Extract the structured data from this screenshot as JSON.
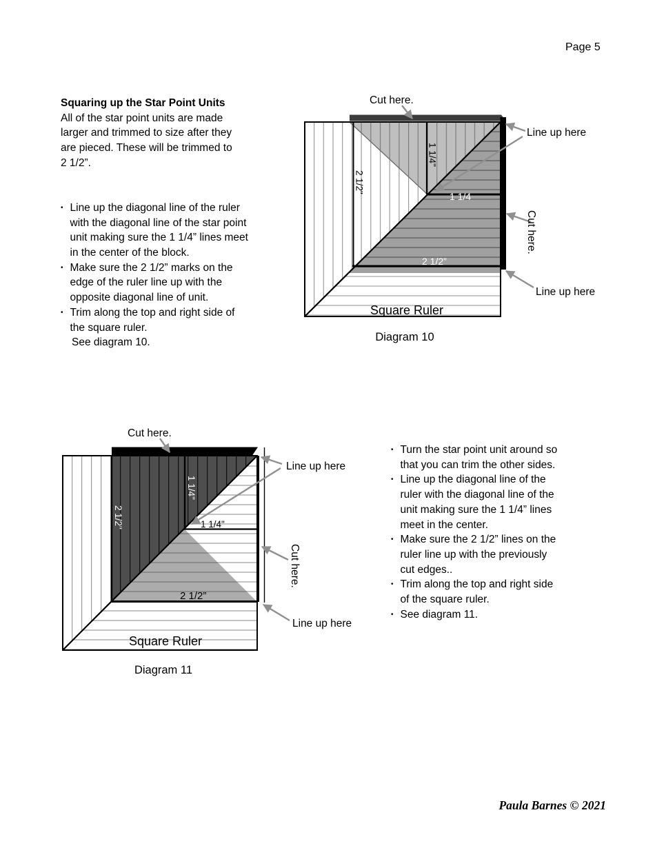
{
  "page": {
    "header": "Page 5",
    "footer": "Paula Barnes © 2021"
  },
  "colors": {
    "unit_light_gray": "#bfbfbf",
    "unit_mid_gray": "#a0a0a0",
    "unit_dark_gray": "#4e4e4e",
    "trim_strip_dark": "#3c3c3c",
    "trim_strip_black": "#000000",
    "arrow_gray": "#909090",
    "hatch_gray": "#9b9b9b"
  },
  "left_block": {
    "heading": "Squaring up the Star Point Units",
    "intro_lines": [
      "All of the star point units are made",
      "larger and trimmed to size after they",
      "are pieced. These will be trimmed to",
      "2 1/2”."
    ],
    "bullet1_lines": [
      "Line up the diagonal line of the ruler",
      "with the diagonal line of the star point",
      "unit making sure the 1 1/4” lines meet",
      "in the center of the block."
    ],
    "bullet2_lines": [
      "Make sure the 2 1/2” marks on the",
      "edge of the ruler line up with the",
      "opposite diagonal line of unit."
    ],
    "bullet3_lines": [
      "Trim along the top and right side of",
      "the square ruler."
    ],
    "note": "See diagram 10."
  },
  "right_block": {
    "bullet1_lines": [
      "Turn the star point unit around so",
      "that you can trim the other sides."
    ],
    "bullet2_lines": [
      "Line up the diagonal line of the",
      "ruler with the diagonal line of the",
      "unit making sure the 1 1/4” lines",
      "meet in the center."
    ],
    "bullet3_lines": [
      "Make sure the 2 1/2” lines on the",
      "ruler line up with the previously",
      "cut edges.."
    ],
    "bullet4_lines": [
      "Trim along the top and right side",
      "of the square ruler."
    ],
    "bullet5_lines": [
      "See diagram 11."
    ]
  },
  "diagram10": {
    "caption": "Diagram 10",
    "square_ruler_label": "Square Ruler",
    "cut_here_top": "Cut here.",
    "line_up_here_top": "Line up here",
    "cut_here_right": "Cut here.",
    "line_up_here_bottom": "Line up here",
    "ruler_v_25": "2 1/2\"",
    "ruler_v_125": "1 1/4\"",
    "ruler_h_125": "1 1/4",
    "ruler_h_25": "2 1/2”"
  },
  "diagram11": {
    "caption": "Diagram 11",
    "square_ruler_label": "Square Ruler",
    "cut_here_top": "Cut here.",
    "line_up_here_top": "Line up here",
    "cut_here_right": "Cut here.",
    "line_up_here_bottom": "Line up here",
    "unit_v_25": "2 1/2\"",
    "unit_v_125": "1 1/4\"",
    "ruler_h_125": "1 1/4\"",
    "ruler_h_25": "2 1/2”"
  }
}
